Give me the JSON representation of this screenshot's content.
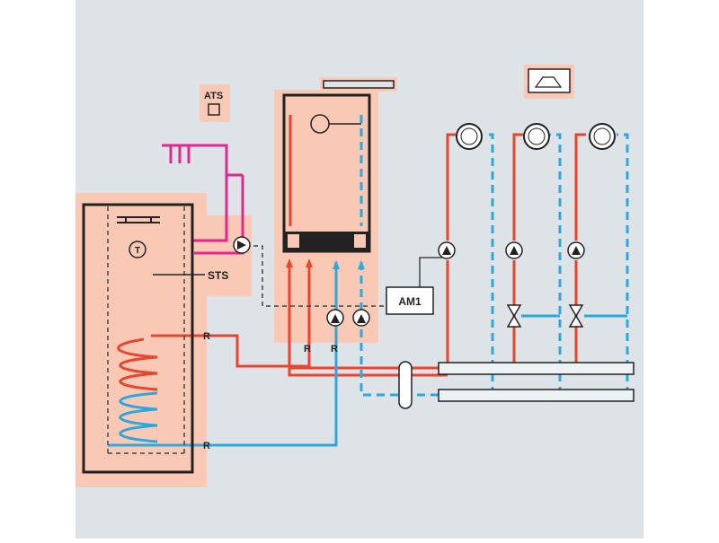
{
  "labels": {
    "ats": "ATS",
    "sts": "STS",
    "am1": "AM1",
    "t": "T",
    "r_tank_top": "R",
    "r_tank_bottom": "R",
    "r_boiler_left": "R",
    "r_boiler_right": "R"
  },
  "colors": {
    "background": "#dde3e7",
    "highlight": "#f9c9b5",
    "hot": "#e8452f",
    "cold": "#2ea8dc",
    "dhw": "#e0288e",
    "outline": "#222222"
  }
}
